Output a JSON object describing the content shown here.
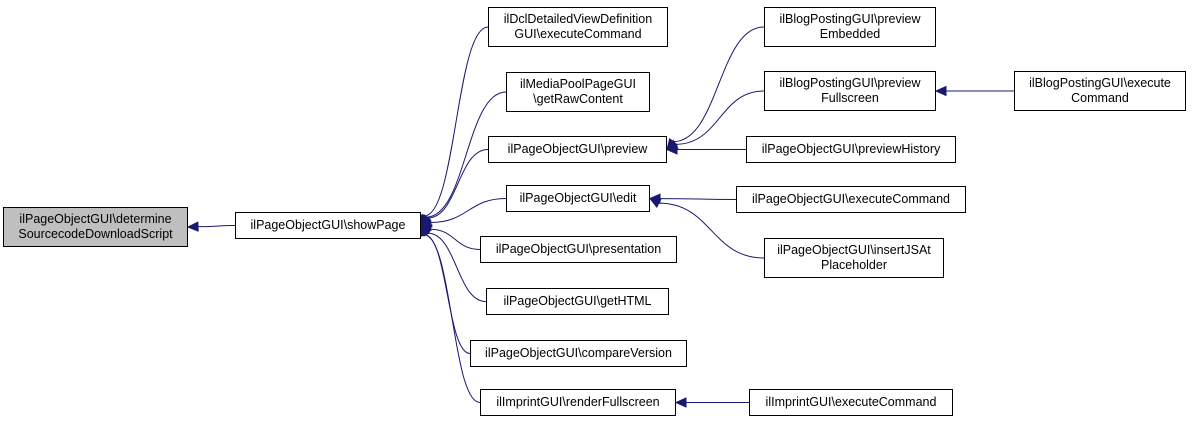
{
  "graph": {
    "colors": {
      "edge": "#191970",
      "node_fill": "#ffffff",
      "root_fill": "#bfbfbf",
      "border": "#000000"
    },
    "nodes": {
      "root": {
        "lines": [
          "ilPageObjectGUI\\determine",
          "SourcecodeDownloadScript"
        ]
      },
      "showpage": {
        "lines": [
          "ilPageObjectGUI\\showPage"
        ]
      },
      "dcl": {
        "lines": [
          "ilDclDetailedViewDefinition",
          "GUI\\executeCommand"
        ]
      },
      "mediapool": {
        "lines": [
          "ilMediaPoolPageGUI",
          "\\getRawContent"
        ]
      },
      "preview": {
        "lines": [
          "ilPageObjectGUI\\preview"
        ]
      },
      "edit": {
        "lines": [
          "ilPageObjectGUI\\edit"
        ]
      },
      "presentation": {
        "lines": [
          "ilPageObjectGUI\\presentation"
        ]
      },
      "gethtml": {
        "lines": [
          "ilPageObjectGUI\\getHTML"
        ]
      },
      "compare": {
        "lines": [
          "ilPageObjectGUI\\compareVersion"
        ]
      },
      "imprint": {
        "lines": [
          "ilImprintGUI\\renderFullscreen"
        ]
      },
      "blog_embedded": {
        "lines": [
          "ilBlogPostingGUI\\preview",
          "Embedded"
        ]
      },
      "blog_fullscreen": {
        "lines": [
          "ilBlogPostingGUI\\preview",
          "Fullscreen"
        ]
      },
      "previewhistory": {
        "lines": [
          "ilPageObjectGUI\\previewHistory"
        ]
      },
      "edit_exec": {
        "lines": [
          "ilPageObjectGUI\\executeCommand"
        ]
      },
      "insertjs": {
        "lines": [
          "ilPageObjectGUI\\insertJSAt",
          "Placeholder"
        ]
      },
      "imprint_exec": {
        "lines": [
          "ilImprintGUI\\executeCommand"
        ]
      },
      "blog_exec": {
        "lines": [
          "ilBlogPostingGUI\\execute",
          "Command"
        ]
      }
    },
    "edges": [
      [
        "showpage",
        "root"
      ],
      [
        "dcl",
        "showpage"
      ],
      [
        "mediapool",
        "showpage"
      ],
      [
        "preview",
        "showpage"
      ],
      [
        "edit",
        "showpage"
      ],
      [
        "presentation",
        "showpage"
      ],
      [
        "gethtml",
        "showpage"
      ],
      [
        "compare",
        "showpage"
      ],
      [
        "imprint",
        "showpage"
      ],
      [
        "blog_embedded",
        "preview"
      ],
      [
        "blog_fullscreen",
        "preview"
      ],
      [
        "previewhistory",
        "preview"
      ],
      [
        "edit_exec",
        "edit"
      ],
      [
        "insertjs",
        "edit"
      ],
      [
        "imprint_exec",
        "imprint"
      ],
      [
        "blog_exec",
        "blog_fullscreen"
      ]
    ]
  }
}
